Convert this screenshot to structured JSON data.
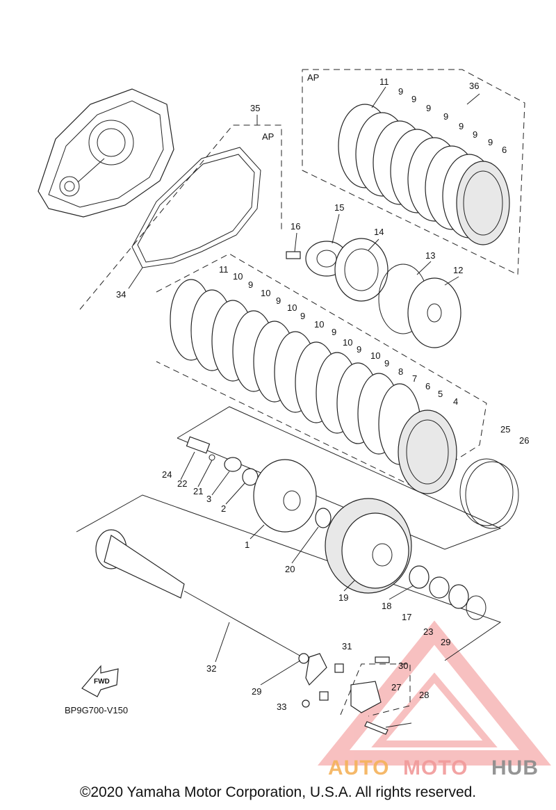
{
  "diagram": {
    "code": "BP9G700-V150",
    "fwd_label": "FWD",
    "assembly_labels": [
      "AP",
      "AP"
    ],
    "copyright": "©2020 Yamaha Motor Corporation, U.S.A. All rights reserved.",
    "watermark": {
      "auto": "AUTO",
      "moto": "MOTO",
      "hub": "HUB",
      "colors": {
        "auto": "#f5b25a",
        "moto": "#f19a9a",
        "hub": "#8a8a8a"
      }
    },
    "callouts": [
      "11",
      "9",
      "9",
      "9",
      "9",
      "9",
      "9",
      "9",
      "6",
      "36",
      "35",
      "16",
      "15",
      "14",
      "13",
      "12",
      "34",
      "11",
      "10",
      "9",
      "10",
      "9",
      "10",
      "9",
      "10",
      "9",
      "10",
      "9",
      "10",
      "9",
      "8",
      "7",
      "6",
      "5",
      "4",
      "25",
      "26",
      "24",
      "22",
      "21",
      "3",
      "2",
      "1",
      "20",
      "19",
      "18",
      "17",
      "23",
      "29",
      "32",
      "31",
      "30",
      "27",
      "28",
      "29",
      "33"
    ]
  }
}
